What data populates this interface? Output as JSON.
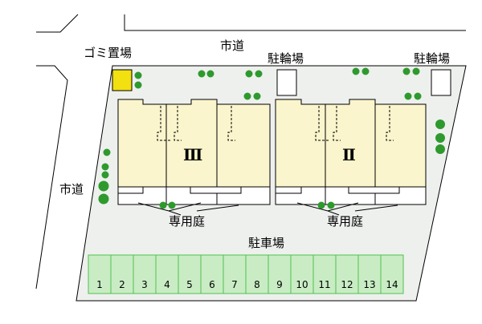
{
  "labels": {
    "road_top": "市道",
    "road_left": "市道",
    "garbage": "ゴミ置場",
    "bicycle_parking_1": "駐輪場",
    "bicycle_parking_2": "駐輪場",
    "private_garden_1": "専用庭",
    "private_garden_2": "専用庭",
    "parking_lot": "駐車場"
  },
  "buildings": [
    {
      "name": "building-3",
      "label": "Ⅲ"
    },
    {
      "name": "building-2",
      "label": "Ⅱ"
    }
  ],
  "parking_spaces": [
    "1",
    "2",
    "3",
    "4",
    "5",
    "6",
    "7",
    "8",
    "9",
    "10",
    "11",
    "12",
    "13",
    "14"
  ],
  "colors": {
    "site": "#eef0ee",
    "building": "#faf5cc",
    "garbage": "#f2e010",
    "parking": "#c9ecc4",
    "parking_border": "#4ec24e",
    "tree": "#2e9a2e"
  }
}
